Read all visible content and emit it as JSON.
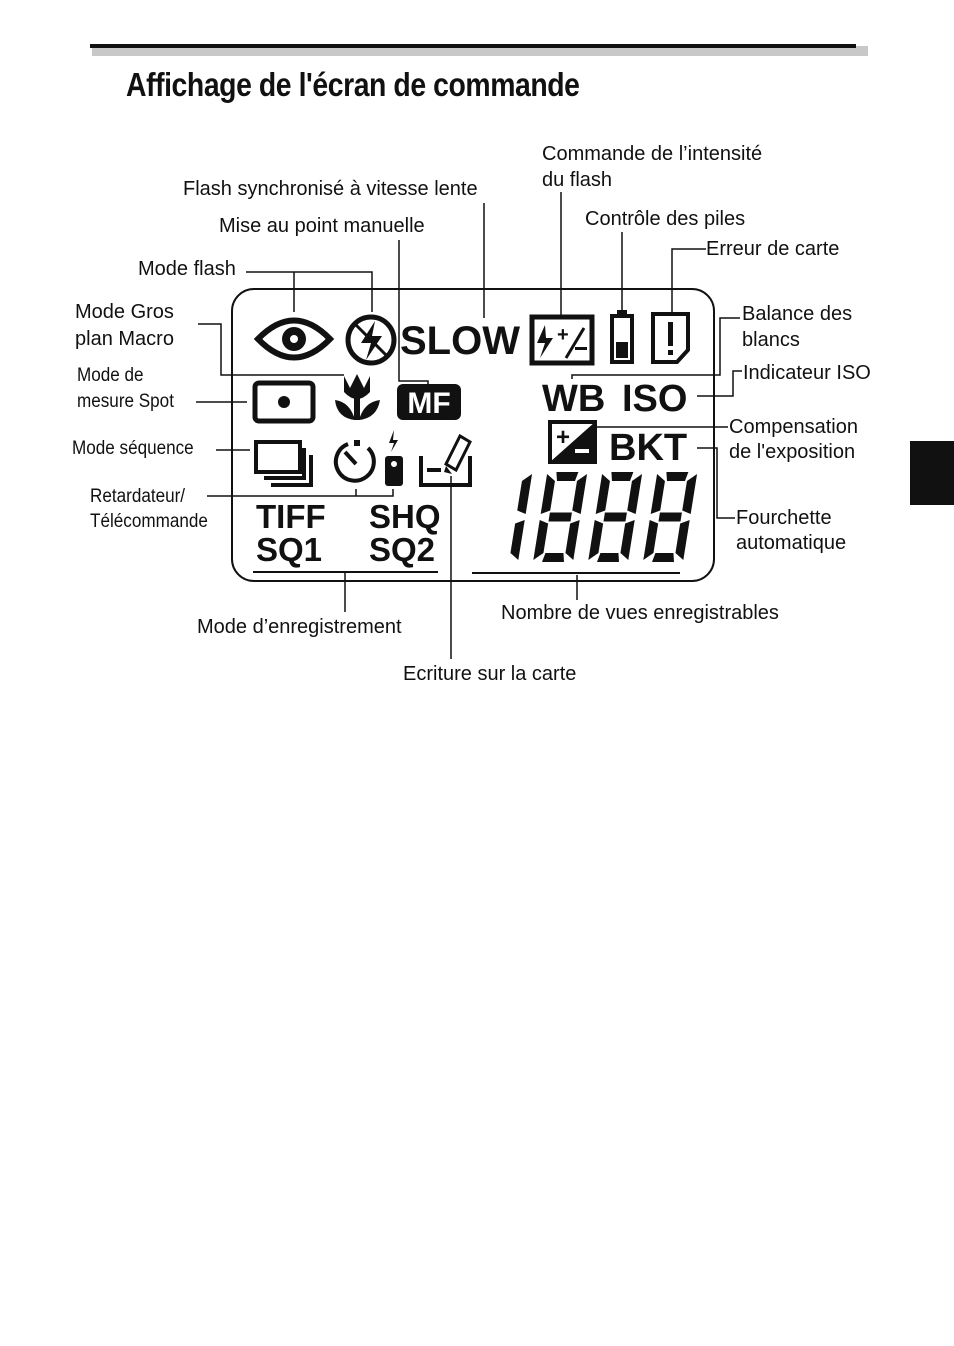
{
  "page": {
    "title": "Affichage de l'écran de commande"
  },
  "lcd": {
    "slow": "SLOW",
    "mf": "MF",
    "wb": "WB",
    "iso": "ISO",
    "bkt": "BKT",
    "tiff": "TIFF",
    "shq": "SHQ",
    "sq1": "SQ1",
    "sq2": "SQ2",
    "digits": "1888",
    "icons": [
      "red-eye-flash-icon",
      "flash-off-icon",
      "flash-intensity-icon",
      "battery-icon",
      "card-error-icon",
      "spot-meter-icon",
      "macro-tulip-icon",
      "exposure-compensation-icon",
      "sequence-icon",
      "self-timer-icon",
      "remote-icon",
      "card-write-icon"
    ]
  },
  "labels": {
    "flash_intensity_1": "Commande de l’intensité",
    "flash_intensity_2": "du flash",
    "slow_sync": "Flash synchronisé à vitesse lente",
    "battery": "Contrôle des piles",
    "card_error": "Erreur de carte",
    "manual_focus": "Mise au point manuelle",
    "flash_mode": "Mode flash",
    "macro_1": "Mode Gros",
    "macro_2": "plan Macro",
    "wb_1": "Balance des",
    "wb_2": "blancs",
    "iso": "Indicateur ISO",
    "spot_1": "Mode de",
    "spot_2": "mesure Spot",
    "exp_comp_1": "Compensation",
    "exp_comp_2": "de l'exposition",
    "sequence": "Mode séquence",
    "self_timer_1": "Retardateur/",
    "self_timer_2": "Télécommande",
    "bracket_1": "Fourchette",
    "bracket_2": "automatique",
    "record_mode": "Mode d’enregistrement",
    "frames": "Nombre de vues enregistrables",
    "card_write": "Ecriture sur la carte"
  }
}
